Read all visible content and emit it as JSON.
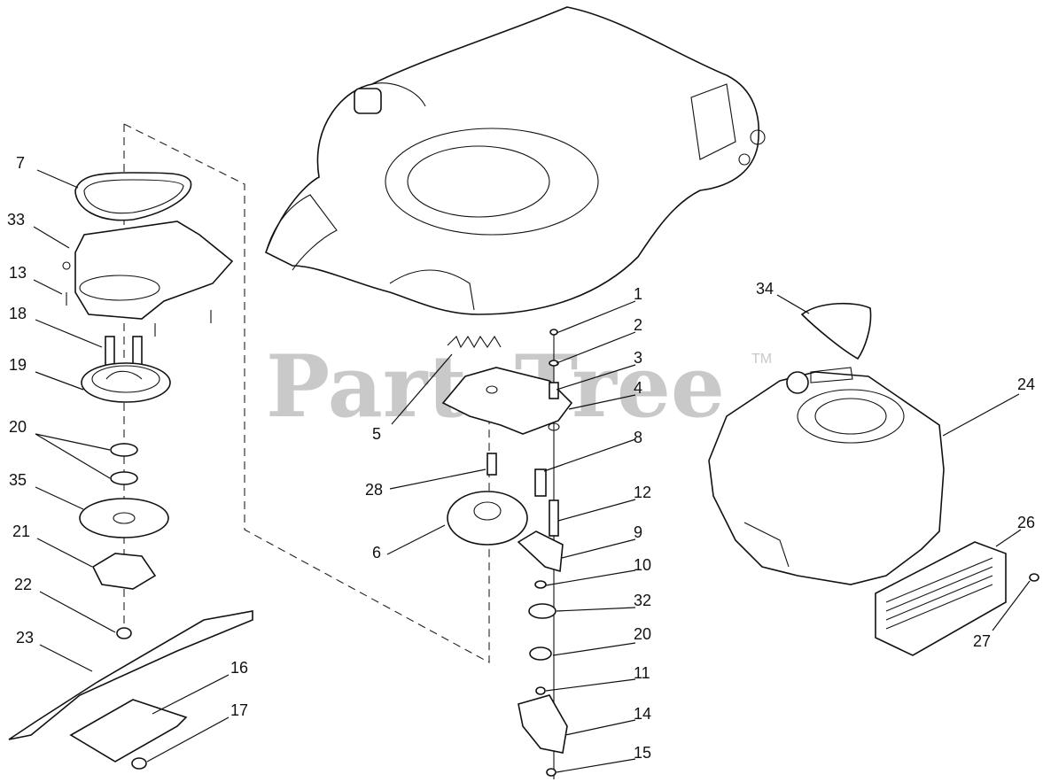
{
  "watermark": {
    "text": "PartsTree",
    "trademark": "TM"
  },
  "callouts": {
    "c7": "7",
    "c33": "33",
    "c13": "13",
    "c18": "18",
    "c19": "19",
    "c20a": "20",
    "c35": "35",
    "c21": "21",
    "c22": "22",
    "c23": "23",
    "c16": "16",
    "c17": "17",
    "c1": "1",
    "c2": "2",
    "c3": "3",
    "c4": "4",
    "c5": "5",
    "c8": "8",
    "c28": "28",
    "c12": "12",
    "c6": "6",
    "c9": "9",
    "c10": "10",
    "c32": "32",
    "c20b": "20",
    "c11": "11",
    "c14": "14",
    "c15": "15",
    "c34": "34",
    "c24": "24",
    "c26": "26",
    "c27": "27"
  }
}
